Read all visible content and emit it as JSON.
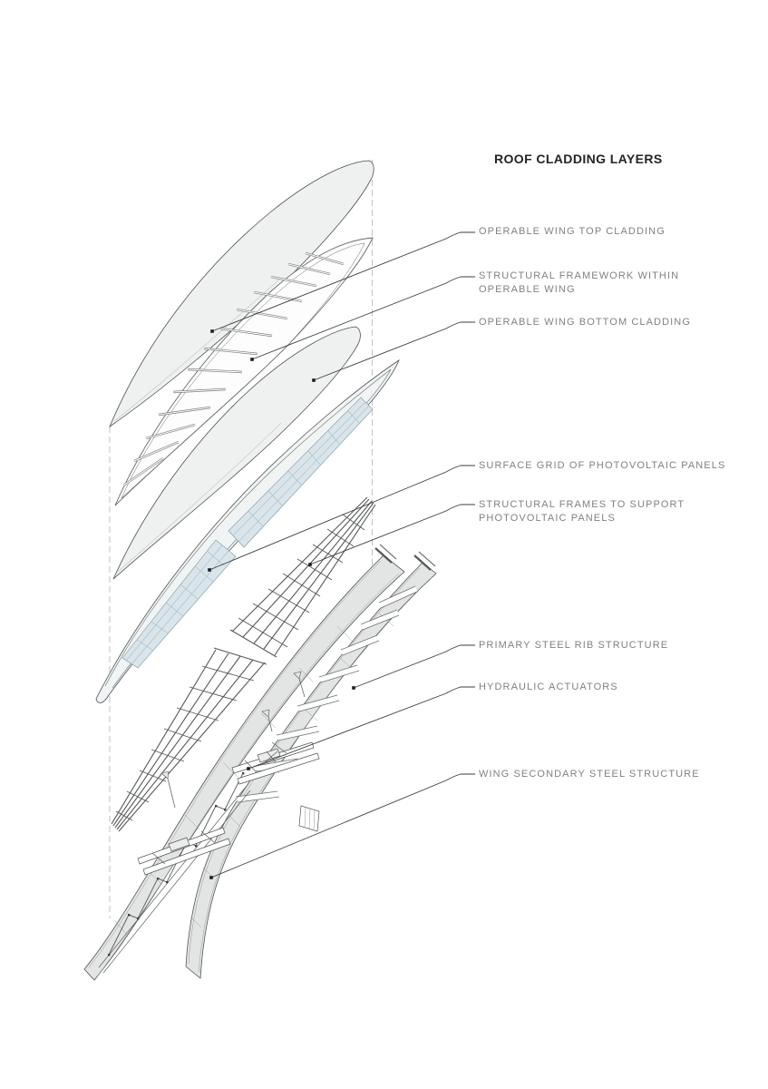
{
  "title": "ROOF CLADDING LAYERS",
  "annotations": [
    {
      "id": "operable-wing-top-cladding",
      "lines": [
        "OPERABLE WING TOP CLADDING"
      ]
    },
    {
      "id": "structural-framework",
      "lines": [
        "STRUCTURAL FRAMEWORK WITHIN",
        "OPERABLE WING"
      ]
    },
    {
      "id": "operable-wing-bottom-cladding",
      "lines": [
        "OPERABLE WING BOTTOM CLADDING"
      ]
    },
    {
      "id": "surface-grid-pv-panels",
      "lines": [
        "SURFACE GRID OF PHOTOVOLTAIC PANELS"
      ]
    },
    {
      "id": "structural-frames-pv-support",
      "lines": [
        "STRUCTURAL FRAMES TO SUPPORT",
        "PHOTOVOLTAIC PANELS"
      ]
    },
    {
      "id": "primary-steel-rib-structure",
      "lines": [
        "PRIMARY STEEL RIB STRUCTURE"
      ]
    },
    {
      "id": "hydraulic-actuators",
      "lines": [
        "HYDRAULIC ACTUATORS"
      ]
    },
    {
      "id": "wing-secondary-steel-structure",
      "lines": [
        "WING SECONDARY STEEL STRUCTURE"
      ]
    }
  ],
  "colors": {
    "background": "#ffffff",
    "cladding_fill": "#eef1f0",
    "pv_panel_blue": "#d9e5eb",
    "pv_grid_line": "#a9bdc6",
    "steel_gray": "#e3e4e4",
    "outline": "#4d5052",
    "frame_line": "#55585a",
    "dashed_guide": "#c0c4c4",
    "leader_line": "#3a3d3f",
    "label_text": "#7e8285",
    "title_text": "#232426"
  }
}
